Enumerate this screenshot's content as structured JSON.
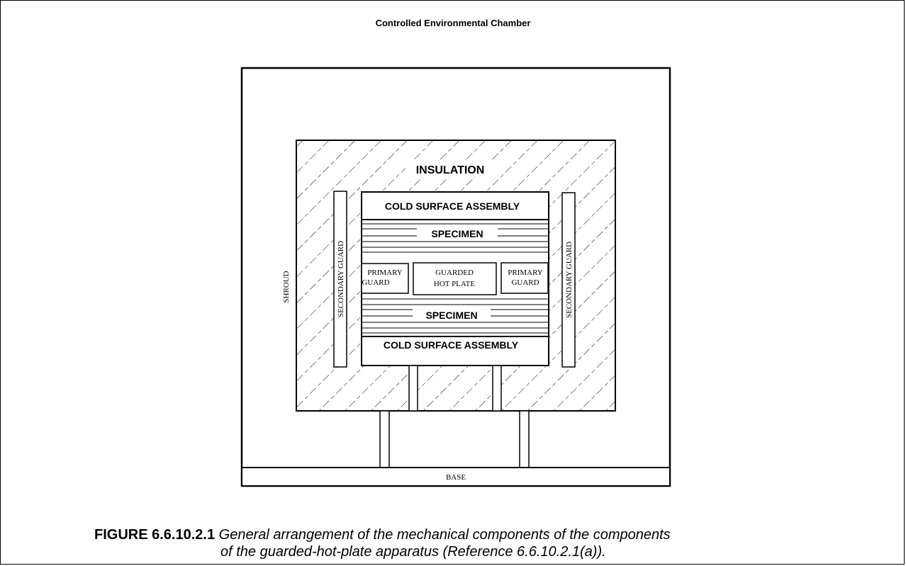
{
  "figure": {
    "title": "Controlled Environmental Chamber",
    "labels": {
      "insulation": "INSULATION",
      "cold_surface_top": "COLD SURFACE ASSEMBLY",
      "specimen_top": "SPECIMEN",
      "primary_guard_left_1": "PRIMARY",
      "primary_guard_left_2": "GUARD",
      "guarded_hot_plate_1": "GUARDED",
      "guarded_hot_plate_2": "HOT PLATE",
      "primary_guard_right_1": "PRIMARY",
      "primary_guard_right_2": "GUARD",
      "specimen_bottom": "SPECIMEN",
      "cold_surface_bottom": "COLD SURFACE ASSEMBLY",
      "secondary_guard_left": "SECONDARY GUARD",
      "secondary_guard_right": "SECONDARY GUARD",
      "shroud": "SHROUD",
      "base": "BASE"
    }
  },
  "caption": {
    "number": "FIGURE 6.6.10.2.1",
    "line1": "General arrangement of the mechanical components of the components",
    "line2": "of the guarded-hot-plate apparatus (Reference 6.6.10.2.1(a))."
  }
}
